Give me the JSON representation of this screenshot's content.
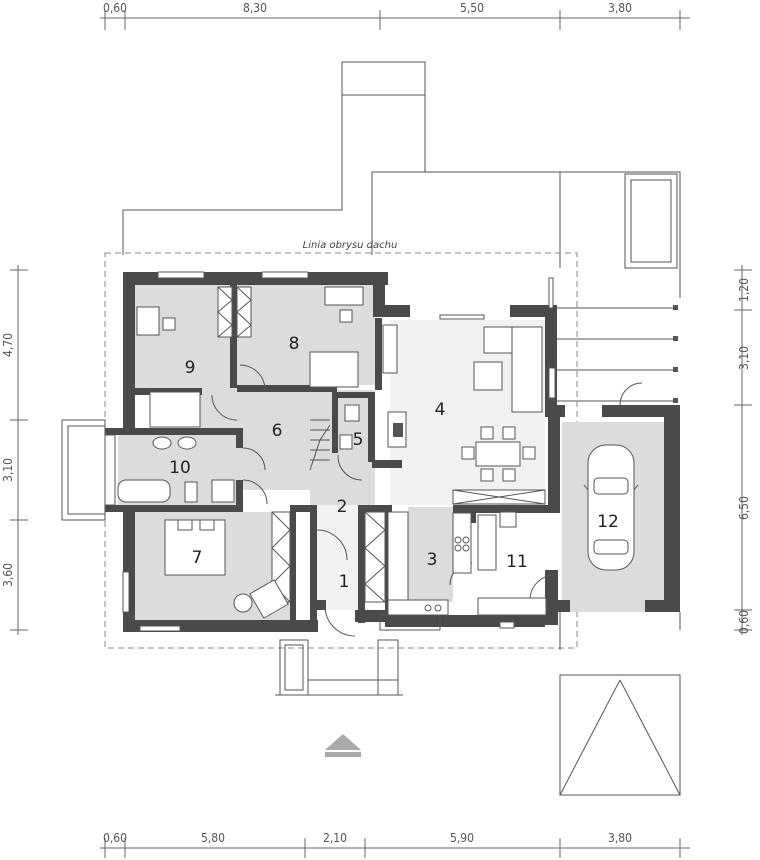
{
  "dimensions": {
    "top": [
      "0,60",
      "8,30",
      "5,50",
      "3,80"
    ],
    "bottom": [
      "0,60",
      "5,80",
      "2,10",
      "5,90",
      "3,80"
    ],
    "left": [
      "4,70",
      "3,10",
      "3,60"
    ],
    "right": [
      "1,20",
      "3,10",
      "6,50",
      "0,60"
    ]
  },
  "roof_label": "Linia obrysu dachu",
  "rooms": [
    "1",
    "2",
    "3",
    "4",
    "5",
    "6",
    "7",
    "8",
    "9",
    "10",
    "11",
    "12"
  ],
  "colors": {
    "wall": "#4a4a4a",
    "floor": "#dcdcdc",
    "floor_light": "#f2f2f2"
  }
}
